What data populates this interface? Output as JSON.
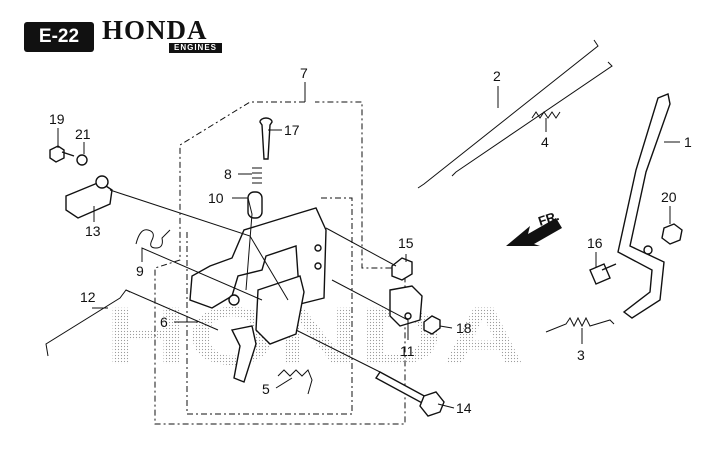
{
  "header": {
    "page_code": "E-22",
    "brand": "HONDA",
    "brand_sub": "ENGINES",
    "watermark": "HONDA"
  },
  "direction": {
    "label": "FR."
  },
  "parts": [
    {
      "id": "1",
      "label": "1"
    },
    {
      "id": "2",
      "label": "2"
    },
    {
      "id": "3",
      "label": "3"
    },
    {
      "id": "4",
      "label": "4"
    },
    {
      "id": "5",
      "label": "5"
    },
    {
      "id": "6",
      "label": "6"
    },
    {
      "id": "7",
      "label": "7"
    },
    {
      "id": "8",
      "label": "8"
    },
    {
      "id": "9",
      "label": "9"
    },
    {
      "id": "10",
      "label": "10"
    },
    {
      "id": "11",
      "label": "11"
    },
    {
      "id": "12",
      "label": "12"
    },
    {
      "id": "13",
      "label": "13"
    },
    {
      "id": "14",
      "label": "14"
    },
    {
      "id": "15",
      "label": "15"
    },
    {
      "id": "16",
      "label": "16"
    },
    {
      "id": "17",
      "label": "17"
    },
    {
      "id": "18",
      "label": "18"
    },
    {
      "id": "19",
      "label": "19"
    },
    {
      "id": "20",
      "label": "20"
    },
    {
      "id": "21",
      "label": "21"
    }
  ]
}
